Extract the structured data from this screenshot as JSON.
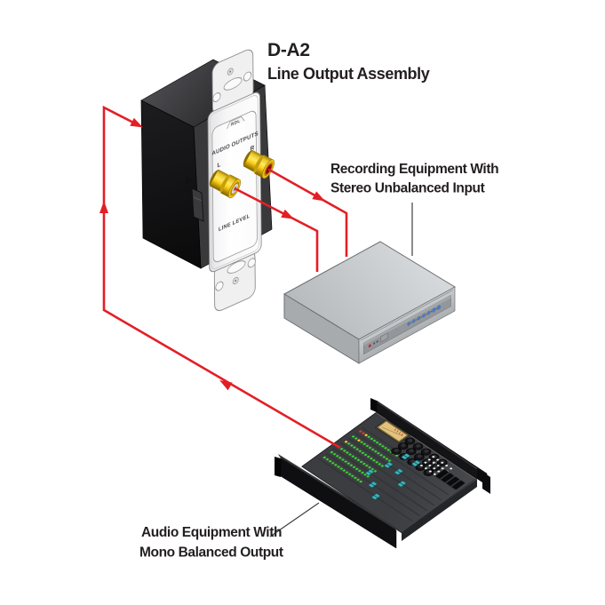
{
  "title": {
    "model": "D-A2",
    "subtitle": "Line Output Assembly"
  },
  "device": {
    "brand": "RDL",
    "panel_heading": "AUDIO OUTPUTS",
    "jack_right_label": "R",
    "jack_left_label": "L",
    "panel_footer": "LINE LEVEL"
  },
  "callouts": {
    "recording": {
      "line1": "Recording Equipment With",
      "line2": "Stereo Unbalanced Input"
    },
    "audio": {
      "line1": "Audio Equipment With",
      "line2": "Mono Balanced Output"
    }
  },
  "colors": {
    "wire": "#e31f26",
    "jack_body": "#ffd21e",
    "text": "#231f20",
    "recorder_body": "#c6c9cb",
    "mixer_deck": "#46484c",
    "fader": "#3fb3bd"
  },
  "mixer": {
    "led_palette": {
      "R": "#e23a2e",
      "Y": "#f2cf2b",
      "G": "#3fca3a"
    },
    "led_rows": [
      "RRYGGGGGGGGGGG",
      "GGYGGGGGGGGGGG",
      "YGGGGGGGGGGGGG",
      "GGGGGGGGGGGGGG",
      "GGGGGGGGGGGGGG",
      "GGGGGGGGGGGGGG"
    ],
    "knob_grid": {
      "rows": 3,
      "cols": 5
    },
    "white_dot_grid": {
      "rows": 4,
      "cols": 5
    },
    "key_count": 4,
    "faders": [
      [
        64,
        25
      ],
      [
        78,
        25
      ],
      [
        60,
        45
      ],
      [
        74,
        45
      ],
      [
        88,
        55
      ],
      [
        54,
        65
      ],
      [
        68,
        75
      ],
      [
        82,
        85
      ]
    ]
  },
  "recorder": {
    "blue_button_count": 7
  }
}
